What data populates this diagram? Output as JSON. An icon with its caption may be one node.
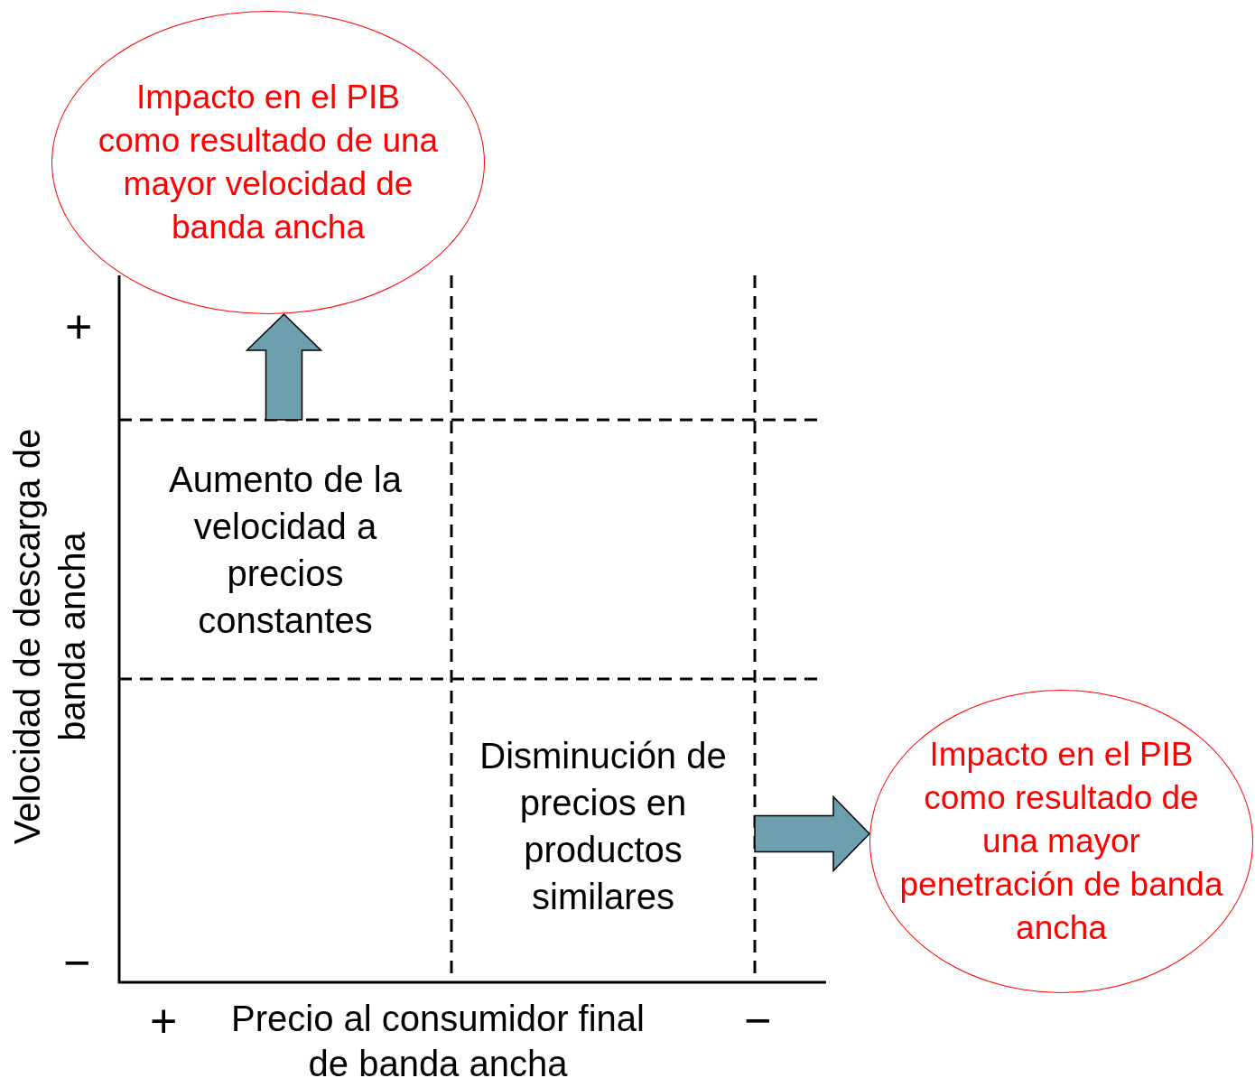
{
  "diagram": {
    "nodes": [
      {
        "text": [
          "Impacto en el PIB como resultado de una mayor velocidad de banda ancha"
        ]
      },
      {
        "text": [
          "Aumento de la velocidad a precios constantes"
        ]
      },
      {
        "text": [
          "Disminución de precios en productos similares"
        ]
      },
      {
        "text": [
          "Impacto en el PIB como resultado de una mayor penetración de banda ancha"
        ]
      }
    ],
    "edges": [
      {
        "from": 1,
        "to": 0,
        "arrow": "to"
      },
      {
        "from": 2,
        "to": 3,
        "arrow": "to"
      }
    ],
    "labels": [
      "+",
      "Velocidad de descarga de banda ancha",
      "−",
      "+",
      "Precio al consumidor final de banda ancha",
      "−"
    ]
  }
}
